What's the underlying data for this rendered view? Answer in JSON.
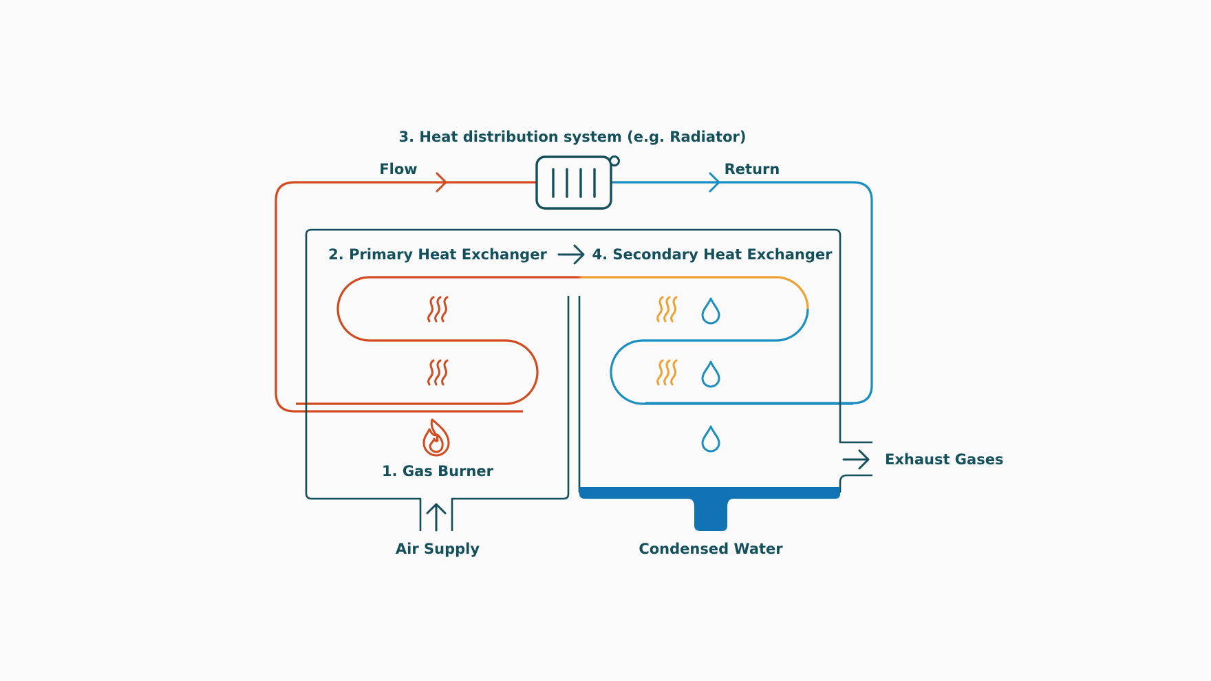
{
  "colors": {
    "background": "#fafafa",
    "frame": "#14505c",
    "hot": "#d24a1e",
    "warm": "#f0a030",
    "cold": "#1a8ec0",
    "water": "#1273b4"
  },
  "labels": {
    "heat_distribution": "3. Heat distribution system (e.g. Radiator)",
    "flow": "Flow",
    "return": "Return",
    "primary_exchanger": "2. Primary Heat Exchanger",
    "secondary_exchanger": "4. Secondary Heat Exchanger",
    "gas_burner": "1. Gas Burner",
    "air_supply": "Air Supply",
    "condensed_water": "Condensed Water",
    "exhaust_gases": "Exhaust Gases"
  },
  "icons": {
    "radiator": "radiator-icon",
    "heat_waves": "heat-waves-icon",
    "water_drop": "water-drop-icon",
    "flame": "flame-icon",
    "arrow": "arrow-icon"
  }
}
